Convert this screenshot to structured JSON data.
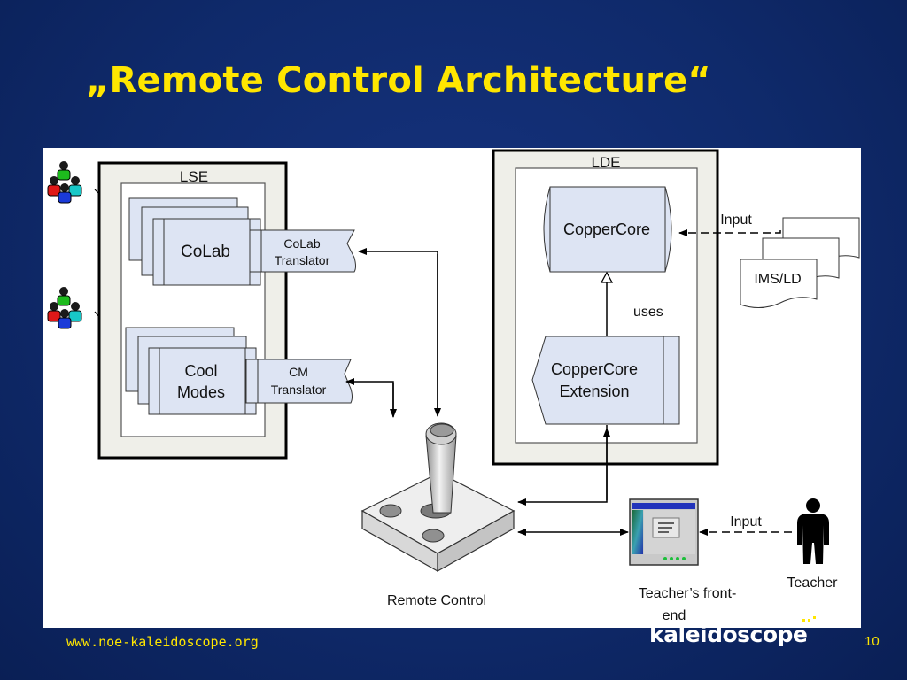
{
  "slide": {
    "title": "„Remote Control Architecture“",
    "footer_url": "www.noe-kaleidoscope.org",
    "logo_text": "kaleidoscope",
    "page_number": "10"
  },
  "diagram": {
    "lse_label": "LSE",
    "lde_label": "LDE",
    "colab": "CoLab",
    "colab_translator_1": "CoLab",
    "colab_translator_2": "Translator",
    "cool_modes_1": "Cool",
    "cool_modes_2": "Modes",
    "cm_translator_1": "CM",
    "cm_translator_2": "Translator",
    "coppercore": "CopperCore",
    "coppercore_ext_1": "CopperCore",
    "coppercore_ext_2": "Extension",
    "uses": "uses",
    "input_top": "Input",
    "ims_ld": "IMS/LD",
    "remote_control": "Remote Control",
    "teacher_frontend_1": "Teacher’s front-",
    "teacher_frontend_2": "end",
    "input_bottom": "Input",
    "teacher": "Teacher"
  },
  "colors": {
    "background": "#102a6e",
    "title": "#ffe600",
    "box_fill": "#dde4f3",
    "frame_fill": "#f2f2ee"
  }
}
